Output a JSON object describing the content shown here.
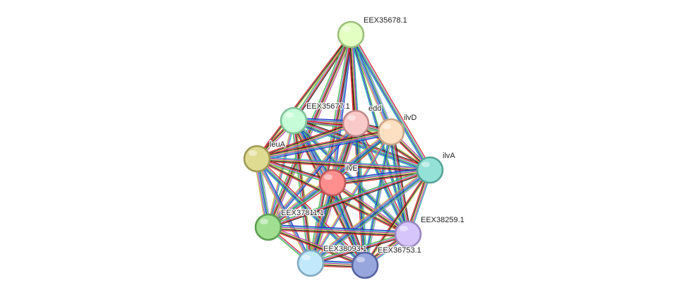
{
  "network": {
    "nodes": [
      {
        "id": "EEX35678.1",
        "label": "EEX35678.1",
        "fill": "#e3ffc2",
        "stroke": "#9cbf7a"
      },
      {
        "id": "EEX35677.1",
        "label": "EEX35677.1",
        "fill": "#c6fdd8",
        "stroke": "#80c298"
      },
      {
        "id": "edd",
        "label": "edd",
        "fill": "#f9c8c8",
        "stroke": "#c08a8a"
      },
      {
        "id": "ilvD",
        "label": "ilvD",
        "fill": "#fde0c2",
        "stroke": "#c7a585"
      },
      {
        "id": "leuA",
        "label": "leuA",
        "fill": "#dfdb91",
        "stroke": "#9e9a55"
      },
      {
        "id": "ilvE",
        "label": "ilvE",
        "fill": "#ff8e8e",
        "stroke": "#c05a5a"
      },
      {
        "id": "ilvA",
        "label": "ilvA",
        "fill": "#93e1d7",
        "stroke": "#56a398"
      },
      {
        "id": "EEX37811.1",
        "label": "EEX37811.1",
        "fill": "#a0df92",
        "stroke": "#5e9e52"
      },
      {
        "id": "EEX38259.1",
        "label": "EEX38259.1",
        "fill": "#d5c5fa",
        "stroke": "#9a89c4"
      },
      {
        "id": "EEX38093.1",
        "label": "EEX38093.1",
        "fill": "#c2e8fb",
        "stroke": "#80aac0"
      },
      {
        "id": "EEX36753.1",
        "label": "EEX36753.1",
        "fill": "#98a6de",
        "stroke": "#5462a0"
      }
    ],
    "edge_colors": [
      "#3cc03c",
      "#2020d0",
      "#20b0b0",
      "#c040c0",
      "#c0c040",
      "#202020",
      "#e02020",
      "#9090e0"
    ]
  }
}
